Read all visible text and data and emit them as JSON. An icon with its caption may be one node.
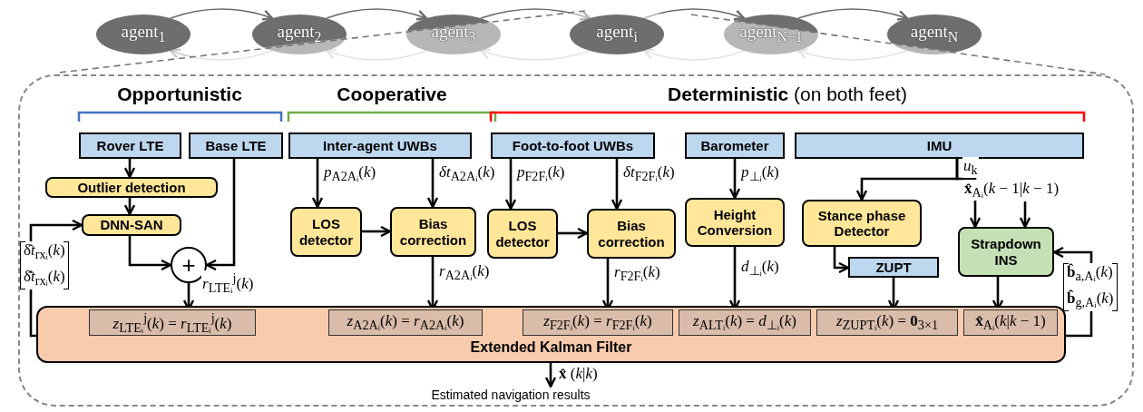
{
  "diagram": {
    "nodes": [
      {
        "text": [
          "agent$_{1}$"
        ]
      },
      {
        "text": [
          "agent$_{2}$"
        ]
      },
      {
        "text": [
          "agent$_{3}$"
        ]
      },
      {
        "text": [
          "agent$_{i}$"
        ]
      },
      {
        "text": [
          "agent$_{N−1}$"
        ]
      },
      {
        "text": [
          "agent$_{N}$"
        ]
      },
      {
        "text": [],
        "shape": "box"
      },
      {
        "text": [
          "Rover LTE"
        ],
        "in": 6
      },
      {
        "text": [
          "Base LTE"
        ],
        "in": 6
      },
      {
        "text": [
          "Inter-agent UWBs"
        ],
        "in": 6
      },
      {
        "text": [
          "Foot-to-foot UWBs"
        ],
        "in": 6
      },
      {
        "text": [
          "Barometer"
        ],
        "in": 6
      },
      {
        "text": [
          "IMU"
        ],
        "in": 6
      },
      {
        "text": [
          "Outlier detection"
        ],
        "in": 6
      },
      {
        "text": [
          "DNN-SAN"
        ],
        "in": 6
      },
      {
        "text": [
          "+"
        ],
        "in": 6
      },
      {
        "text": [
          "LOS detector"
        ],
        "in": 6
      },
      {
        "text": [
          "Bias correction"
        ],
        "in": 6
      },
      {
        "text": [
          "LOS detector"
        ],
        "in": 6
      },
      {
        "text": [
          "Bias correction"
        ],
        "in": 6
      },
      {
        "text": [
          "Height Conversion"
        ],
        "in": 6
      },
      {
        "text": [
          "Stance phase Detector"
        ],
        "in": 6
      },
      {
        "text": [
          "ZUPT"
        ],
        "in": 6
      },
      {
        "text": [
          "Strapdown INS"
        ],
        "in": 6
      },
      {
        "text": [
          "Extended Kalman Filter"
        ],
        "in": 6
      },
      {
        "text": [
          "*z*$_{LTEᵢ}$$^{j}$(*k*) = *r*$_{LTEᵢ}$$^{j}$(*k*)"
        ],
        "in": 24
      },
      {
        "text": [
          "*z*$_{A2Aᵢ}$(*k*) = *r*$_{A2Aᵢ}$(*k*)"
        ],
        "in": 24
      },
      {
        "text": [
          "*z*$_{F2Fᵢ}$(*k*) = *r*$_{F2Fᵢ}$(*k*)"
        ],
        "in": 24
      },
      {
        "text": [
          "*z*$_{ALTᵢ}$(*k*) = *d*$_{⊥ᵢ}$(*k*)"
        ],
        "in": 24
      },
      {
        "text": [
          "*z*$_{ZUPTᵢ}$(*k*) = **0**$_{3×1}$"
        ],
        "in": 24
      },
      {
        "text": [
          "**x̂**$_{Aᵢ}$(*k*|*k* − 1)"
        ],
        "in": 24
      },
      {
        "text": [
          "Estimated navigation results"
        ],
        "in": 6
      }
    ],
    "edges": [
      {
        "from": 0,
        "to": 1,
        "arrow": "to",
        "color": "#6b6b6b"
      },
      {
        "from": 1,
        "to": 2,
        "arrow": "to",
        "color": "#6b6b6b"
      },
      {
        "from": 2,
        "to": 3,
        "arrow": "to",
        "color": "#6b6b6b"
      },
      {
        "from": 3,
        "to": 4,
        "arrow": "to",
        "color": "#6b6b6b"
      },
      {
        "from": 4,
        "to": 5,
        "arrow": "to",
        "color": "#6b6b6b"
      },
      {
        "from": 1,
        "to": 0,
        "arrow": "to",
        "color": "#c9c9c9"
      },
      {
        "from": 2,
        "to": 1,
        "arrow": "to",
        "color": "#c9c9c9"
      },
      {
        "from": 3,
        "to": 2,
        "arrow": "to",
        "color": "#c9c9c9"
      },
      {
        "from": 4,
        "to": 3,
        "arrow": "to",
        "color": "#c9c9c9"
      },
      {
        "from": 5,
        "to": 4,
        "arrow": "to",
        "color": "#c9c9c9"
      },
      {
        "from": 7,
        "to": 13,
        "arrow": "to"
      },
      {
        "from": 13,
        "to": 14,
        "arrow": "to"
      },
      {
        "from": 14,
        "to": 15,
        "arrow": "to"
      },
      {
        "from": 8,
        "to": 15,
        "arrow": "to"
      },
      {
        "from": 15,
        "to": 25,
        "arrow": "to",
        "label": "*r*$_{LTEᵢ}$$^{j}$(*k*)"
      },
      {
        "from": 9,
        "to": 16,
        "arrow": "to",
        "label": "*p*$_{A2Aᵢ}$(*k*)"
      },
      {
        "from": 9,
        "to": 17,
        "arrow": "to",
        "label": "*δt*$_{A2Aᵢ}$(*k*)"
      },
      {
        "from": 16,
        "to": 17,
        "arrow": "to"
      },
      {
        "from": 17,
        "to": 26,
        "arrow": "to",
        "label": "*r*$_{A2Aᵢ}$(*k*)"
      },
      {
        "from": 10,
        "to": 18,
        "arrow": "to",
        "label": "*p*$_{F2Fᵢ}$(*k*)"
      },
      {
        "from": 10,
        "to": 19,
        "arrow": "to",
        "label": "*δt*$_{F2Fᵢ}$(*k*)"
      },
      {
        "from": 18,
        "to": 19,
        "arrow": "to"
      },
      {
        "from": 19,
        "to": 27,
        "arrow": "to",
        "label": "*r*$_{F2Fᵢ}$(*k*)"
      },
      {
        "from": 11,
        "to": 20,
        "arrow": "to",
        "label": "*p*$_{⊥ᵢ}$(*k*)"
      },
      {
        "from": 20,
        "to": 28,
        "arrow": "to",
        "label": "*d*$_{⊥ᵢ}$(*k*)"
      },
      {
        "from": 12,
        "to": 21,
        "arrow": "to",
        "label": "*u*$_{k}$"
      },
      {
        "from": 12,
        "to": 23,
        "arrow": "to"
      },
      {
        "from": 21,
        "to": 22,
        "arrow": "to"
      },
      {
        "from": 22,
        "to": 29,
        "arrow": "to"
      },
      {
        "from": null,
        "to": 23,
        "arrow": "to",
        "label": "**x̂**$_{Aᵢ}$(*k* − 1|*k* − 1)"
      },
      {
        "from": 23,
        "to": 30,
        "arrow": "to"
      },
      {
        "from": 24,
        "to": 14,
        "arrow": "to"
      },
      {
        "from": 24,
        "to": 23,
        "arrow": "to"
      },
      {
        "from": 24,
        "to": 31,
        "arrow": "to",
        "label": "**x̂** (*k*|*k*)"
      }
    ],
    "labels": [
      "Opportunistic",
      "Cooperative",
      "**Deterministic** (on both feet)",
      "δ̂*t*$_{rxᵢ}$(*k*)",
      "δ̇̂*t*$_{rxᵢ}$(*k*)",
      "**b̂**$_{a,Aᵢ}$(*k*)",
      "**b̂**$_{g,Aᵢ}$(*k*)"
    ]
  }
}
